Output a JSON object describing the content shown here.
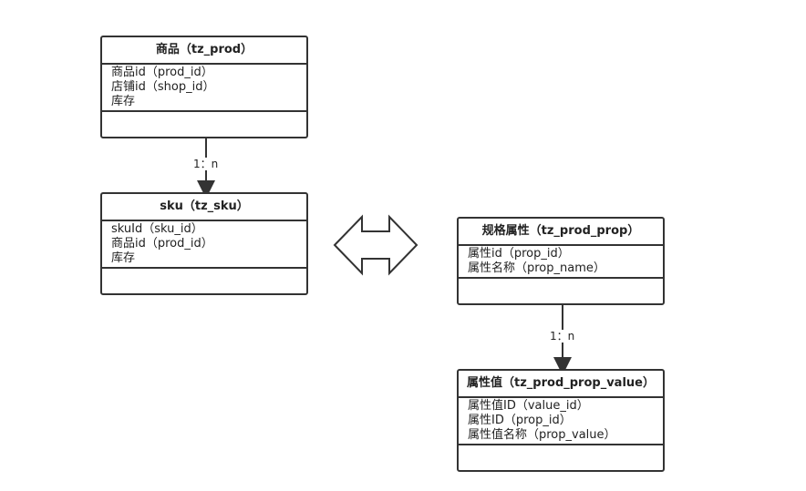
{
  "entities": {
    "prod": {
      "title": "商品（tz_prod）",
      "attributes": [
        "商品id（prod_id）",
        "店铺id（shop_id）",
        "库存"
      ]
    },
    "sku": {
      "title": "sku（tz_sku）",
      "attributes": [
        "skuId（sku_id）",
        "商品id（prod_id）",
        "库存"
      ]
    },
    "prop": {
      "title": "规格属性（tz_prod_prop）",
      "attributes": [
        "属性id（prop_id）",
        "属性名称（prop_name）"
      ]
    },
    "prop_value": {
      "title": "属性值（tz_prod_prop_value）",
      "attributes": [
        "属性值ID（value_id）",
        "属性ID（prop_id）",
        "属性值名称（prop_value）"
      ]
    }
  },
  "relations": {
    "prod_to_sku": "1：n",
    "prop_to_value": "1：n"
  }
}
